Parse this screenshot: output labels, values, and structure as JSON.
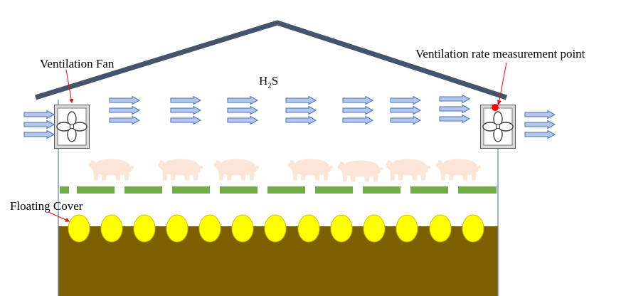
{
  "labels": {
    "ventilation_fan": "Ventilation Fan",
    "measurement_point": "Ventilation rate measurement point",
    "gas_main": "H",
    "gas_sub": "2",
    "gas_tail": "S",
    "floating_cover": "Floating Cover"
  },
  "colors": {
    "roof": "#44546a",
    "wall": "#5b7fb5",
    "arrow_fill": "#b4c7e7",
    "arrow_stroke": "#4472c4",
    "pig": "#fbe5d6",
    "slat": "#70ad47",
    "ball": "#ffff00",
    "ball_stroke": "#c9c000",
    "manure": "#7f6000",
    "fan_box": "#d9d9d9",
    "pointer": "#ff0000"
  },
  "icons": {
    "fan": "fan-icon",
    "pig": "pig-icon",
    "arrow": "airflow-arrow-icon",
    "marker": "measurement-point-icon"
  }
}
